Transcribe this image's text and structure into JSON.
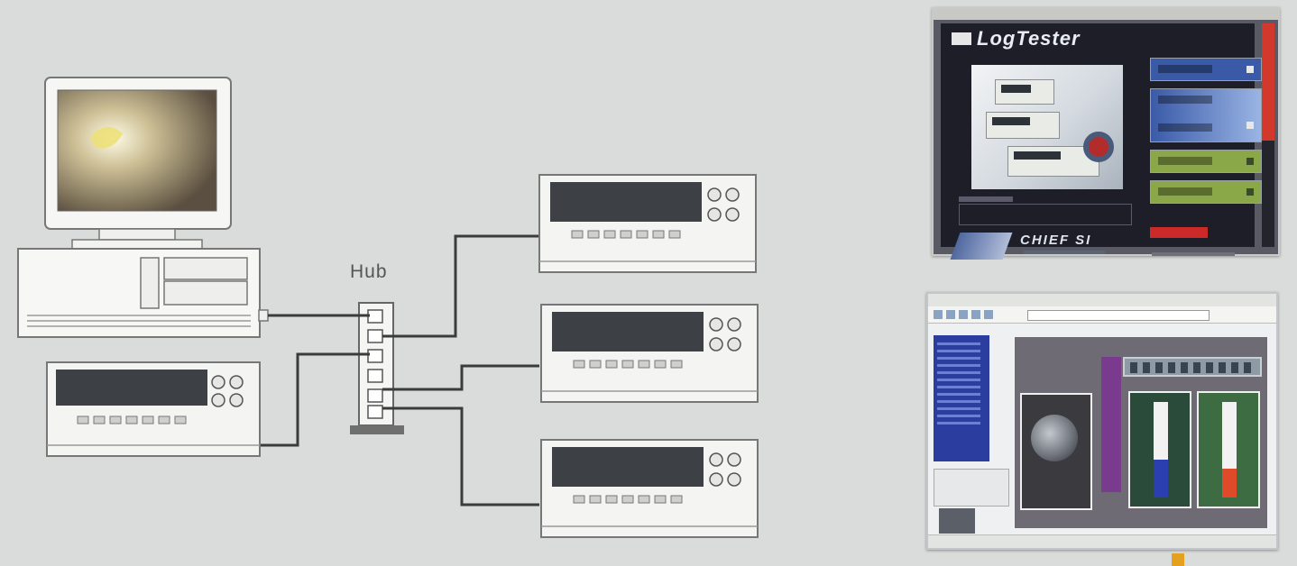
{
  "diagram": {
    "hub_label": "Hub",
    "nodes": [
      {
        "name": "pc",
        "kind": "desktop computer"
      },
      {
        "name": "hub",
        "kind": "network hub"
      },
      {
        "name": "multimeter-left",
        "kind": "instrument"
      },
      {
        "name": "multimeter-right-1",
        "kind": "instrument"
      },
      {
        "name": "multimeter-right-2",
        "kind": "instrument"
      },
      {
        "name": "multimeter-right-3",
        "kind": "instrument"
      }
    ],
    "edges": [
      [
        "pc",
        "hub"
      ],
      [
        "multimeter-left",
        "hub"
      ],
      [
        "hub",
        "multimeter-right-1"
      ],
      [
        "hub",
        "multimeter-right-2"
      ],
      [
        "hub",
        "multimeter-right-3"
      ]
    ]
  },
  "screenshots": {
    "logtester": {
      "title": "LogTester",
      "brand": "CHIEF SI"
    },
    "browser": {}
  },
  "colors": {
    "background": "#dadcdb",
    "wire": "#3b3b3b",
    "logtester_bg": "#1e1e28",
    "logtester_accent": "#d2392c",
    "button_blue": "#3a5aa8",
    "button_green": "#8aa848",
    "browser_sidebar": "#2b3d9e"
  }
}
